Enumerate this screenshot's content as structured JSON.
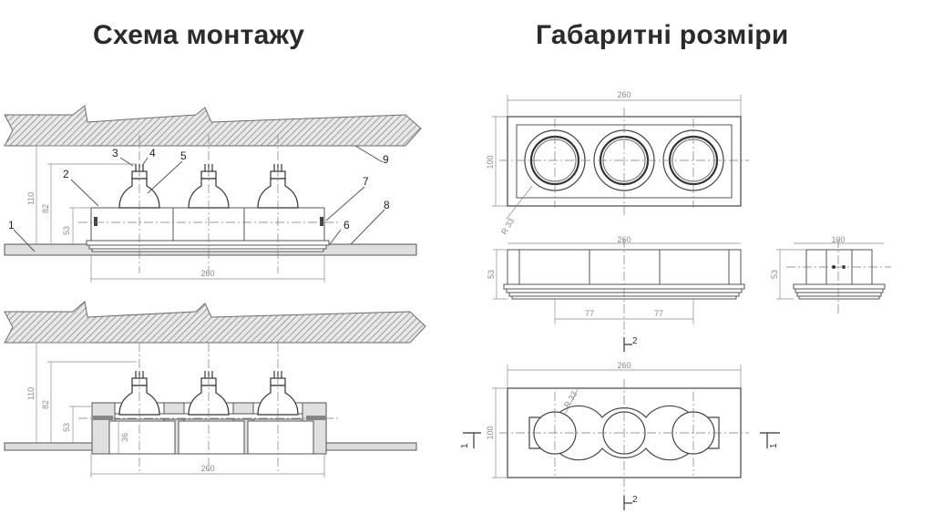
{
  "titles": {
    "mounting": "Схема монтажу",
    "dimensions": "Габаритні розміри"
  },
  "callouts": [
    "1",
    "2",
    "3",
    "4",
    "5",
    "6",
    "7",
    "8",
    "9"
  ],
  "dims": {
    "width": "260",
    "height_total": "110",
    "height_mid": "82",
    "height_low": "53",
    "depth_36": "36",
    "side_depth": "100",
    "body_height": "53",
    "spacing": "77",
    "radius": "R 33",
    "section_1": "1",
    "section_2": "2"
  },
  "colors": {
    "line": "#555555",
    "dim": "#8a8a8a",
    "hatch": "#7a7a7a",
    "title": "#2b2b2b"
  }
}
